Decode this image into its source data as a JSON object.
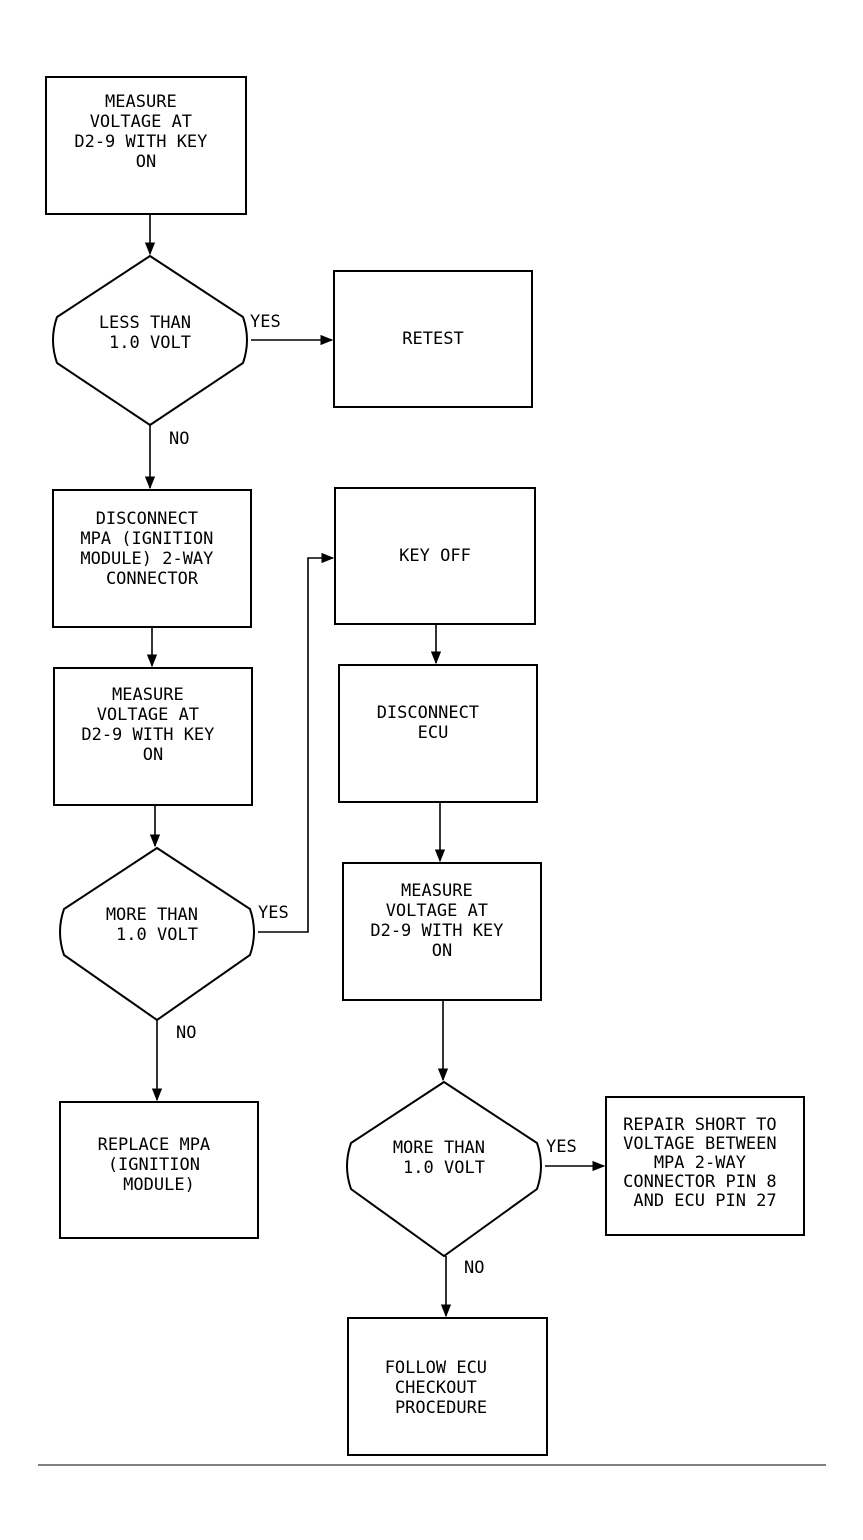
{
  "flowchart": {
    "nodes": {
      "measure_1": {
        "shape": "process",
        "lines": [
          "MEASURE",
          "VOLTAGE AT",
          "D2-9 WITH KEY",
          "ON"
        ]
      },
      "less_than": {
        "shape": "decision",
        "lines": [
          "LESS THAN",
          "1.0 VOLT"
        ]
      },
      "retest": {
        "shape": "process",
        "lines": [
          "RETEST"
        ]
      },
      "disconnect_mpa": {
        "shape": "process",
        "lines": [
          "DISCONNECT",
          "MPA (IGNITION",
          "MODULE) 2-WAY",
          "CONNECTOR"
        ]
      },
      "measure_2": {
        "shape": "process",
        "lines": [
          "MEASURE",
          "VOLTAGE AT",
          "D2-9 WITH KEY",
          "ON"
        ]
      },
      "more_than_1": {
        "shape": "decision",
        "lines": [
          "MORE THAN",
          "1.0 VOLT"
        ]
      },
      "replace_mpa": {
        "shape": "process",
        "lines": [
          "REPLACE MPA",
          "(IGNITION",
          "MODULE)"
        ]
      },
      "key_off": {
        "shape": "process",
        "lines": [
          "KEY OFF"
        ]
      },
      "disconnect_ecu": {
        "shape": "process",
        "lines": [
          "DISCONNECT",
          "ECU"
        ]
      },
      "measure_3": {
        "shape": "process",
        "lines": [
          "MEASURE",
          "VOLTAGE AT",
          "D2-9 WITH KEY",
          "ON"
        ]
      },
      "more_than_2": {
        "shape": "decision",
        "lines": [
          "MORE THAN",
          "1.0 VOLT"
        ]
      },
      "repair_short": {
        "shape": "process",
        "lines": [
          "REPAIR SHORT TO",
          "VOLTAGE BETWEEN",
          "MPA 2-WAY",
          "CONNECTOR PIN 8",
          "AND ECU PIN 27"
        ]
      },
      "follow_ecu": {
        "shape": "process",
        "lines": [
          "FOLLOW ECU",
          "CHECKOUT",
          "PROCEDURE"
        ]
      }
    },
    "edges": [
      {
        "from": "measure_1",
        "to": "less_than",
        "label": ""
      },
      {
        "from": "less_than",
        "to": "retest",
        "label": "YES"
      },
      {
        "from": "less_than",
        "to": "disconnect_mpa",
        "label": "NO"
      },
      {
        "from": "disconnect_mpa",
        "to": "measure_2",
        "label": ""
      },
      {
        "from": "measure_2",
        "to": "more_than_1",
        "label": ""
      },
      {
        "from": "more_than_1",
        "to": "key_off",
        "label": "YES"
      },
      {
        "from": "more_than_1",
        "to": "replace_mpa",
        "label": "NO"
      },
      {
        "from": "key_off",
        "to": "disconnect_ecu",
        "label": ""
      },
      {
        "from": "disconnect_ecu",
        "to": "measure_3",
        "label": ""
      },
      {
        "from": "measure_3",
        "to": "more_than_2",
        "label": ""
      },
      {
        "from": "more_than_2",
        "to": "repair_short",
        "label": "YES"
      },
      {
        "from": "more_than_2",
        "to": "follow_ecu",
        "label": "NO"
      }
    ]
  }
}
